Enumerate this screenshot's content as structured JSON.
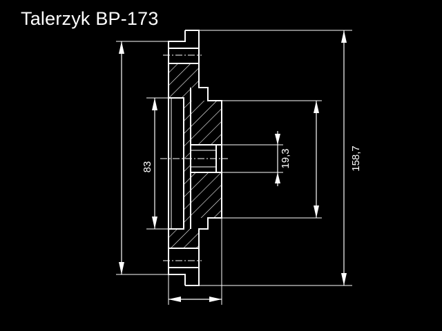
{
  "title": "Talerzyk BP-173",
  "dimensions": {
    "outer_diameter": "158,7",
    "inner_diameter": "83",
    "bore_diameter": "19,3"
  },
  "colors": {
    "background": "#000000",
    "lines": "#ffffff"
  }
}
